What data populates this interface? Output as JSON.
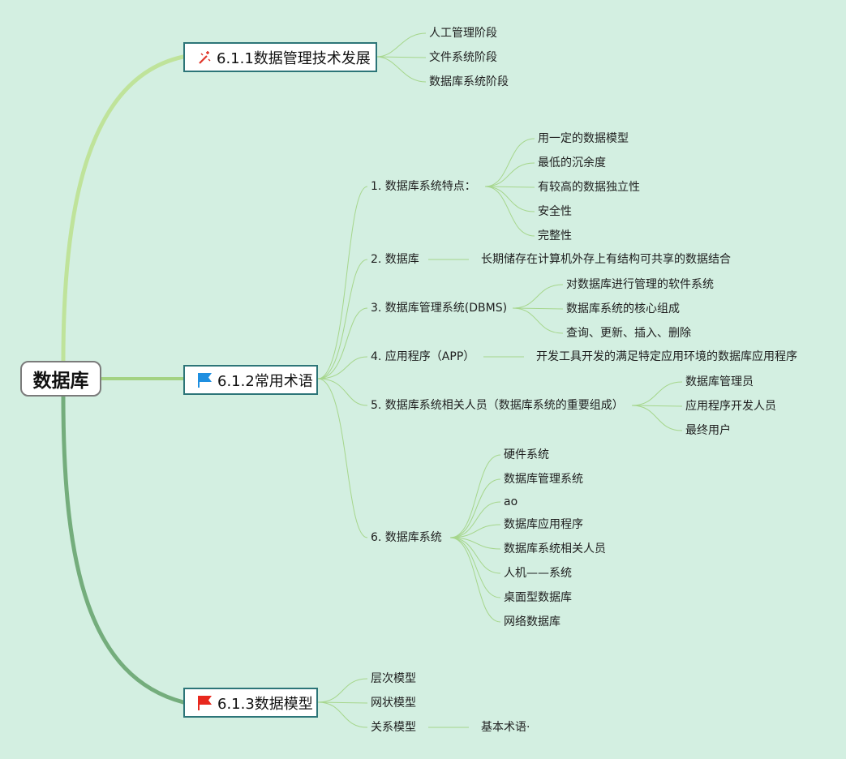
{
  "root": {
    "label": "数据库"
  },
  "branches": [
    {
      "label": "6.1.1数据管理技术发展",
      "icon": "magic-wand-icon",
      "icon_color": "#e0362a",
      "children": [
        "人工管理阶段",
        "文件系统阶段",
        "数据库系统阶段"
      ]
    },
    {
      "label": "6.1.2常用术语",
      "icon": "blue-flag-icon",
      "icon_color": "#1f8fe0",
      "children": [
        {
          "label": "1. 数据库系统特点：",
          "children": [
            "用一定的数据模型",
            "最低的沉余度",
            "有较高的数据独立性",
            "安全性",
            "完整性"
          ]
        },
        {
          "label": "2. 数据库",
          "children": [
            "长期储存在计算机外存上有结构可共享的数据结合"
          ]
        },
        {
          "label": "3. 数据库管理系统(DBMS)",
          "children": [
            "对数据库进行管理的软件系统",
            "数据库系统的核心组成",
            "查询、更新、插入、删除"
          ]
        },
        {
          "label": "4. 应用程序（APP）",
          "children": [
            "开发工具开发的满足特定应用环境的数据库应用程序"
          ]
        },
        {
          "label": "5. 数据库系统相关人员（数据库系统的重要组成）",
          "children": [
            "数据库管理员",
            "应用程序开发人员",
            "最终用户"
          ]
        },
        {
          "label": "6. 数据库系统",
          "children": [
            "硬件系统",
            "数据库管理系统",
            "ao",
            "数据库应用程序",
            "数据库系统相关人员",
            "人机——系统",
            "桌面型数据库",
            "网络数据库"
          ]
        }
      ]
    },
    {
      "label": "6.1.3数据模型",
      "icon": "red-flag-icon",
      "icon_color": "#e8281e",
      "children": [
        "层次模型",
        "网状模型",
        {
          "label": "关系模型",
          "children": [
            "基本术语·"
          ]
        }
      ]
    }
  ],
  "colors": {
    "background": "#d3efe1",
    "edge_light": "#bfe39a",
    "edge_mid": "#9fd27e",
    "edge_dark": "#74ad7c",
    "thin_edge": "#a6d68c",
    "box_border": "#2c7578"
  }
}
